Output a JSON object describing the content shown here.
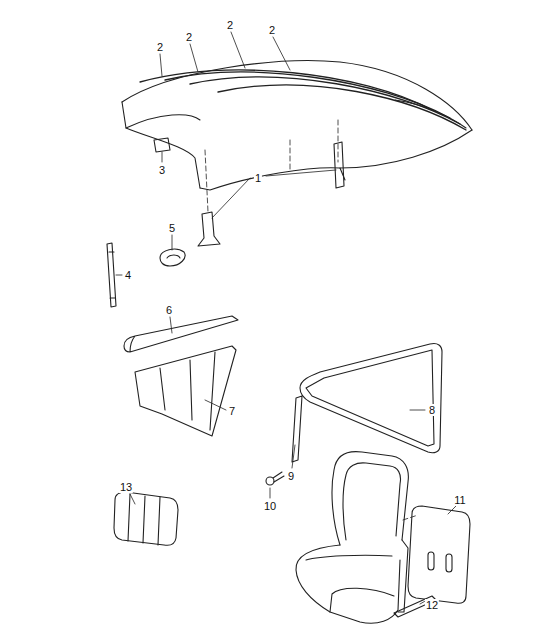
{
  "diagram": {
    "labels": [
      "2",
      "2",
      "2",
      "2",
      "3",
      "1",
      "5",
      "4",
      "6",
      "7",
      "8",
      "9",
      "10",
      "11",
      "13",
      "12"
    ]
  }
}
